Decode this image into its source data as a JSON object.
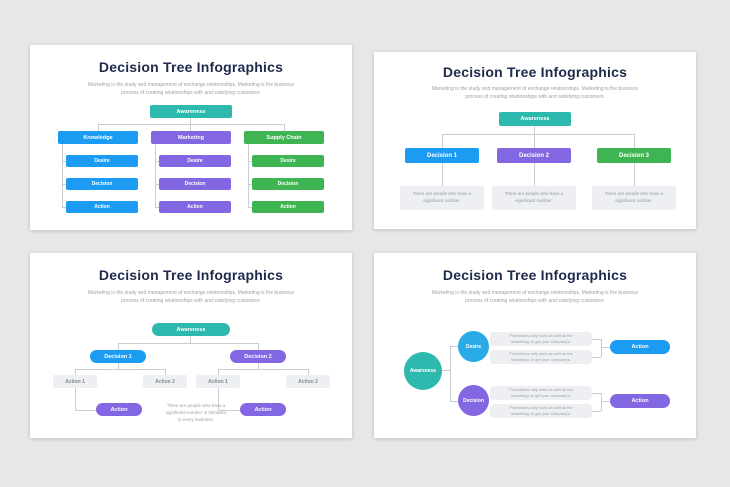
{
  "palette": {
    "teal": "#2eb9ae",
    "blue": "#1b9bf2",
    "cyan": "#2aabe8",
    "purple": "#8266e2",
    "green": "#3eb452",
    "page_bg": "#e7e7e9",
    "title_color": "#1f2a4c",
    "muted_text": "#9ba1ab"
  },
  "slides": [
    {
      "title": "Decision Tree Infographics",
      "subtitle1": "Marketing is the study and management of exchange relationships. Marketing is the business",
      "subtitle2": "process of creating relationships with and satisfying customers.",
      "root": "Awareness",
      "columns": [
        {
          "header": "Knowledge",
          "items": [
            "Desire",
            "Decision",
            "Action"
          ]
        },
        {
          "header": "Marketing",
          "items": [
            "Desire",
            "Decision",
            "Action"
          ]
        },
        {
          "header": "Supply Chain",
          "items": [
            "Desire",
            "Decision",
            "Action"
          ]
        }
      ]
    },
    {
      "title": "Decision Tree Infographics",
      "subtitle1": "Marketing is the study and management of exchange relationships. Marketing is the business",
      "subtitle2": "process of creating relationships with and satisfying customers.",
      "root": "Awareness",
      "decisions": [
        {
          "label": "Decision 1",
          "note_l1": "There are people who have a",
          "note_l2": "significant number."
        },
        {
          "label": "Decision 2",
          "note_l1": "There are people who have a",
          "note_l2": "significant number."
        },
        {
          "label": "Decision 3",
          "note_l1": "There are people who have a",
          "note_l2": "significant number."
        }
      ]
    },
    {
      "title": "Decision Tree Infographics",
      "subtitle1": "Marketing is the study and management of exchange relationships. Marketing is the business",
      "subtitle2": "process of creating relationships with and satisfying customers.",
      "root": "Awareness",
      "branches": [
        {
          "label": "Decision 1",
          "action1": "Action 1",
          "action2": "Action 2",
          "pill": "Action"
        },
        {
          "label": "Decision 2",
          "action1": "Action 1",
          "action2": "Action 2",
          "pill": "Action"
        }
      ],
      "note_l1": "There are people who have a",
      "note_l2": "significant number of followers",
      "note_l3": "in every business."
    },
    {
      "title": "Decision Tree Infographics",
      "subtitle1": "Marketing is the study and management of exchange relationships. Marketing is the business",
      "subtitle2": "process of creating relationships with and satisfying customers.",
      "root": "Awareness",
      "groups": [
        {
          "circle": "Desire",
          "action": "Action",
          "bar1_l1": "Promotions only work as well as the",
          "bar1_l2": "marketing, to get your company's.",
          "bar2_l1": "Promotions only work as well as the",
          "bar2_l2": "marketing, to get your company's."
        },
        {
          "circle": "Decision",
          "action": "Action",
          "bar1_l1": "Promotions only work as well as the",
          "bar1_l2": "marketing, to get your company's.",
          "bar2_l1": "Promotions only work as well as the",
          "bar2_l2": "marketing, to get your company's."
        }
      ]
    }
  ]
}
